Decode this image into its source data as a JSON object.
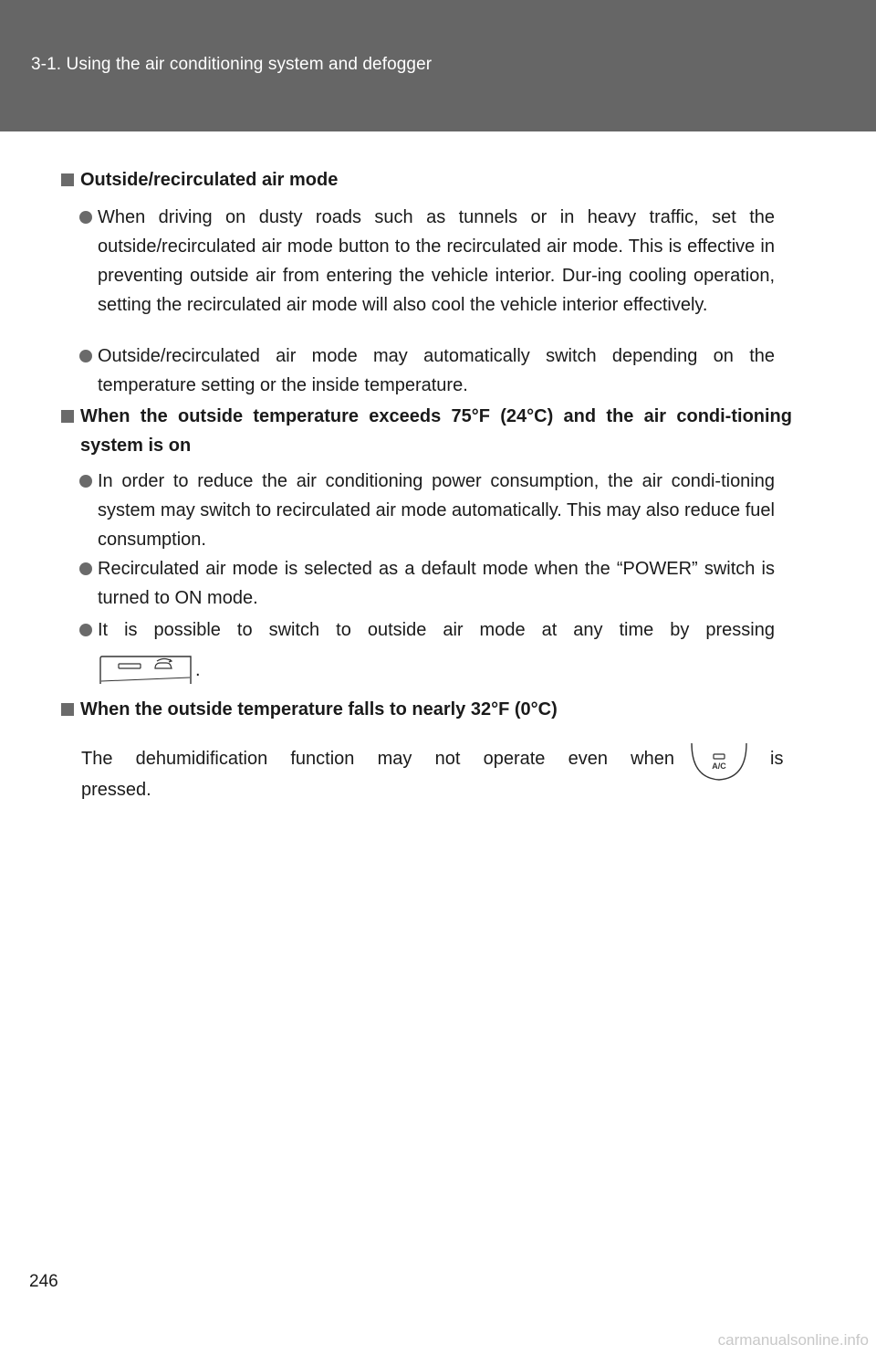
{
  "header": {
    "title": "3-1. Using the air conditioning system and defogger"
  },
  "sections": {
    "s1": {
      "heading": "Outside/recirculated air mode",
      "b1": "When driving on dusty roads such as tunnels or in heavy traffic, set the outside/recirculated air mode button to the recirculated air mode. This is effective in preventing outside air from entering the vehicle interior. Dur-ing cooling operation, setting the recirculated air mode will also cool the vehicle interior effectively.",
      "b2": "Outside/recirculated air mode may automatically switch depending on the temperature setting or the inside temperature."
    },
    "s2": {
      "heading": "When the outside temperature exceeds 75°F (24°C) and the air condi-tioning system is on",
      "b1": "In order to reduce the air conditioning power consumption, the air condi-tioning system may switch to recirculated air mode automatically. This may also reduce fuel consumption.",
      "b2": "Recirculated air mode is selected as a default mode when the “POWER” switch is turned to ON mode.",
      "b3": "It is possible to switch to outside air mode at any time by pressing",
      "b3_end": "."
    },
    "s3": {
      "heading": "When the outside temperature falls to nearly 32°F (0°C)",
      "p_line1_a": "The dehumidification function may not operate even when",
      "p_line1_b": "is",
      "p_line2": "pressed.",
      "ac_label": "A/C"
    }
  },
  "page_number": "246",
  "watermark": "carmanualsonline.info",
  "icons": {
    "recirc": "recirculated-air-button-icon",
    "ac": "ac-button-icon"
  }
}
